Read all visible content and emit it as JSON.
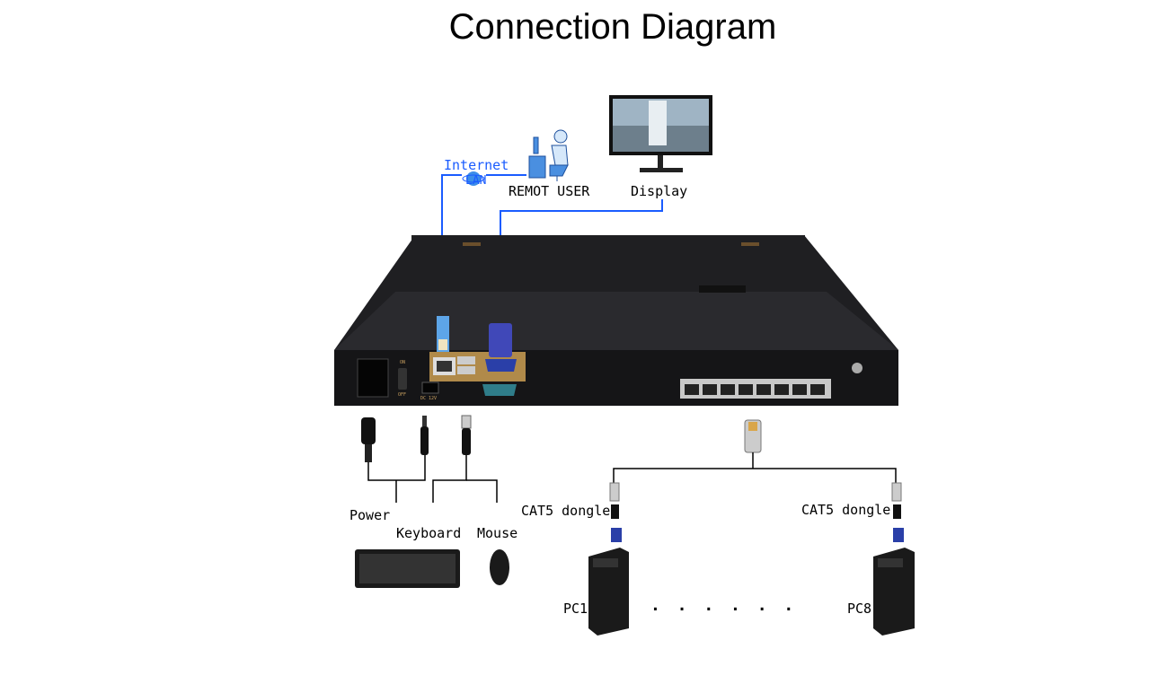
{
  "title": "Connection Diagram",
  "labels": {
    "internet": "Internet",
    "lan": "LAN",
    "remote_user": "REMOT USER",
    "display": "Display",
    "power": "Power",
    "keyboard": "Keyboard",
    "mouse": "Mouse",
    "dongle_left": "CAT5 dongle",
    "dongle_right": "CAT5 dongle",
    "pc1": "PC1",
    "pc8": "PC8",
    "ellipsis": ". . . . . ."
  },
  "device_ports": {
    "dc": "DC 12V",
    "on": "ON",
    "off": "OFF"
  },
  "colors": {
    "link_line": "#1a5cff",
    "device_body": "#1c1c1e",
    "port_panel": "#b08a4a",
    "line": "#000000"
  }
}
